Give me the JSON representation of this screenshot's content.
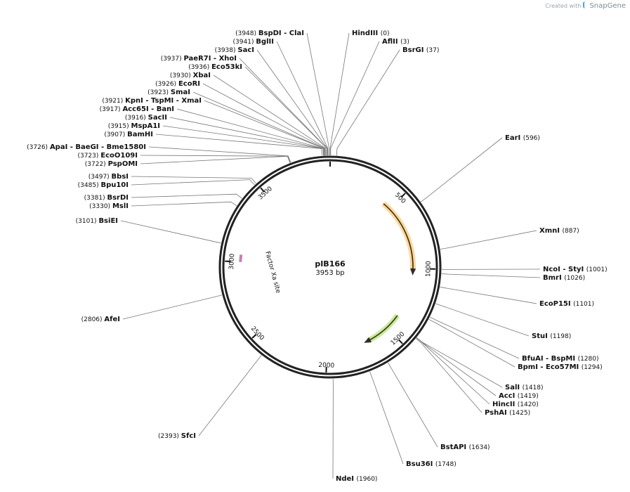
{
  "credit": {
    "prefix": "Created with",
    "brand": "SnapGene"
  },
  "plasmid": {
    "name": "pIB166",
    "size_label": "3953 bp",
    "length": 3953
  },
  "ticks": [
    {
      "label": "500",
      "pos": 500
    },
    {
      "label": "1000",
      "pos": 1000
    },
    {
      "label": "1500",
      "pos": 1500
    },
    {
      "label": "2000",
      "pos": 2000
    },
    {
      "label": "2500",
      "pos": 2500
    },
    {
      "label": "3000",
      "pos": 3000
    },
    {
      "label": "3500",
      "pos": 3500
    }
  ],
  "features": [
    {
      "name": "",
      "start": 440,
      "end": 1020,
      "color": "#f5a623",
      "dir": "forward"
    },
    {
      "name": "",
      "start": 1380,
      "end": 1680,
      "color": "#7ed321",
      "dir": "forward"
    },
    {
      "name": "Factor Xa site",
      "start": 3000,
      "end": 3012,
      "color": "#c97fb5",
      "dir": "forward"
    }
  ],
  "sites": [
    {
      "names": [
        "BspDI",
        "ClaI"
      ],
      "pos_label": "(3948)",
      "pos": 3948,
      "side": "left"
    },
    {
      "names": [
        "BglII"
      ],
      "pos_label": "(3941)",
      "pos": 3941,
      "side": "left"
    },
    {
      "names": [
        "SacI"
      ],
      "pos_label": "(3938)",
      "pos": 3938,
      "side": "left"
    },
    {
      "names": [
        "PaeR7I",
        "XhoI"
      ],
      "pos_label": "(3937)",
      "pos": 3937,
      "side": "left"
    },
    {
      "names": [
        "Eco53kI"
      ],
      "pos_label": "(3936)",
      "pos": 3936,
      "side": "left"
    },
    {
      "names": [
        "XbaI"
      ],
      "pos_label": "(3930)",
      "pos": 3930,
      "side": "left"
    },
    {
      "names": [
        "EcoRI"
      ],
      "pos_label": "(3926)",
      "pos": 3926,
      "side": "left"
    },
    {
      "names": [
        "SmaI"
      ],
      "pos_label": "(3923)",
      "pos": 3923,
      "side": "left"
    },
    {
      "names": [
        "KpnI",
        "TspMI",
        "XmaI"
      ],
      "pos_label": "(3921)",
      "pos": 3921,
      "side": "left"
    },
    {
      "names": [
        "Acc65I",
        "BanI"
      ],
      "pos_label": "(3917)",
      "pos": 3917,
      "side": "left"
    },
    {
      "names": [
        "SacII"
      ],
      "pos_label": "(3916)",
      "pos": 3916,
      "side": "left"
    },
    {
      "names": [
        "MspA1I"
      ],
      "pos_label": "(3915)",
      "pos": 3915,
      "side": "left"
    },
    {
      "names": [
        "BamHI"
      ],
      "pos_label": "(3907)",
      "pos": 3907,
      "side": "left"
    },
    {
      "names": [
        "ApaI",
        "BaeGI",
        "Bme1580I"
      ],
      "pos_label": "(3726)",
      "pos": 3726,
      "side": "left"
    },
    {
      "names": [
        "EcoO109I"
      ],
      "pos_label": "(3723)",
      "pos": 3723,
      "side": "left"
    },
    {
      "names": [
        "PspOMI"
      ],
      "pos_label": "(3722)",
      "pos": 3722,
      "side": "left"
    },
    {
      "names": [
        "BbsI"
      ],
      "pos_label": "(3497)",
      "pos": 3497,
      "side": "left"
    },
    {
      "names": [
        "Bpu10I"
      ],
      "pos_label": "(3485)",
      "pos": 3485,
      "side": "left"
    },
    {
      "names": [
        "BsrDI"
      ],
      "pos_label": "(3381)",
      "pos": 3381,
      "side": "left"
    },
    {
      "names": [
        "MslI"
      ],
      "pos_label": "(3330)",
      "pos": 3330,
      "side": "left"
    },
    {
      "names": [
        "BsiEI"
      ],
      "pos_label": "(3101)",
      "pos": 3101,
      "side": "left"
    },
    {
      "names": [
        "AfeI"
      ],
      "pos_label": "(2806)",
      "pos": 2806,
      "side": "left"
    },
    {
      "names": [
        "SfcI"
      ],
      "pos_label": "(2393)",
      "pos": 2393,
      "side": "left"
    },
    {
      "names": [
        "HindIII"
      ],
      "pos_label": "(0)",
      "pos": 0,
      "side": "right"
    },
    {
      "names": [
        "AflII"
      ],
      "pos_label": "(3)",
      "pos": 3,
      "side": "right"
    },
    {
      "names": [
        "BsrGI"
      ],
      "pos_label": "(37)",
      "pos": 37,
      "side": "right"
    },
    {
      "names": [
        "EarI"
      ],
      "pos_label": "(596)",
      "pos": 596,
      "side": "right"
    },
    {
      "names": [
        "XmnI"
      ],
      "pos_label": "(887)",
      "pos": 887,
      "side": "right"
    },
    {
      "names": [
        "NcoI",
        "StyI"
      ],
      "pos_label": "(1001)",
      "pos": 1001,
      "side": "right"
    },
    {
      "names": [
        "BmrI"
      ],
      "pos_label": "(1026)",
      "pos": 1026,
      "side": "right"
    },
    {
      "names": [
        "EcoP15I"
      ],
      "pos_label": "(1101)",
      "pos": 1101,
      "side": "right"
    },
    {
      "names": [
        "StuI"
      ],
      "pos_label": "(1198)",
      "pos": 1198,
      "side": "right"
    },
    {
      "names": [
        "BfuAI",
        "BspMI"
      ],
      "pos_label": "(1280)",
      "pos": 1280,
      "side": "right"
    },
    {
      "names": [
        "BpmI",
        "Eco57MI"
      ],
      "pos_label": "(1294)",
      "pos": 1294,
      "side": "right"
    },
    {
      "names": [
        "SalI"
      ],
      "pos_label": "(1418)",
      "pos": 1418,
      "side": "right"
    },
    {
      "names": [
        "AccI"
      ],
      "pos_label": "(1419)",
      "pos": 1419,
      "side": "right"
    },
    {
      "names": [
        "HincII"
      ],
      "pos_label": "(1420)",
      "pos": 1420,
      "side": "right"
    },
    {
      "names": [
        "PshAI"
      ],
      "pos_label": "(1425)",
      "pos": 1425,
      "side": "right"
    },
    {
      "names": [
        "BstAPI"
      ],
      "pos_label": "(1634)",
      "pos": 1634,
      "side": "right"
    },
    {
      "names": [
        "Bsu36I"
      ],
      "pos_label": "(1748)",
      "pos": 1748,
      "side": "right"
    },
    {
      "names": [
        "NdeI"
      ],
      "pos_label": "(1960)",
      "pos": 1960,
      "side": "right"
    }
  ]
}
